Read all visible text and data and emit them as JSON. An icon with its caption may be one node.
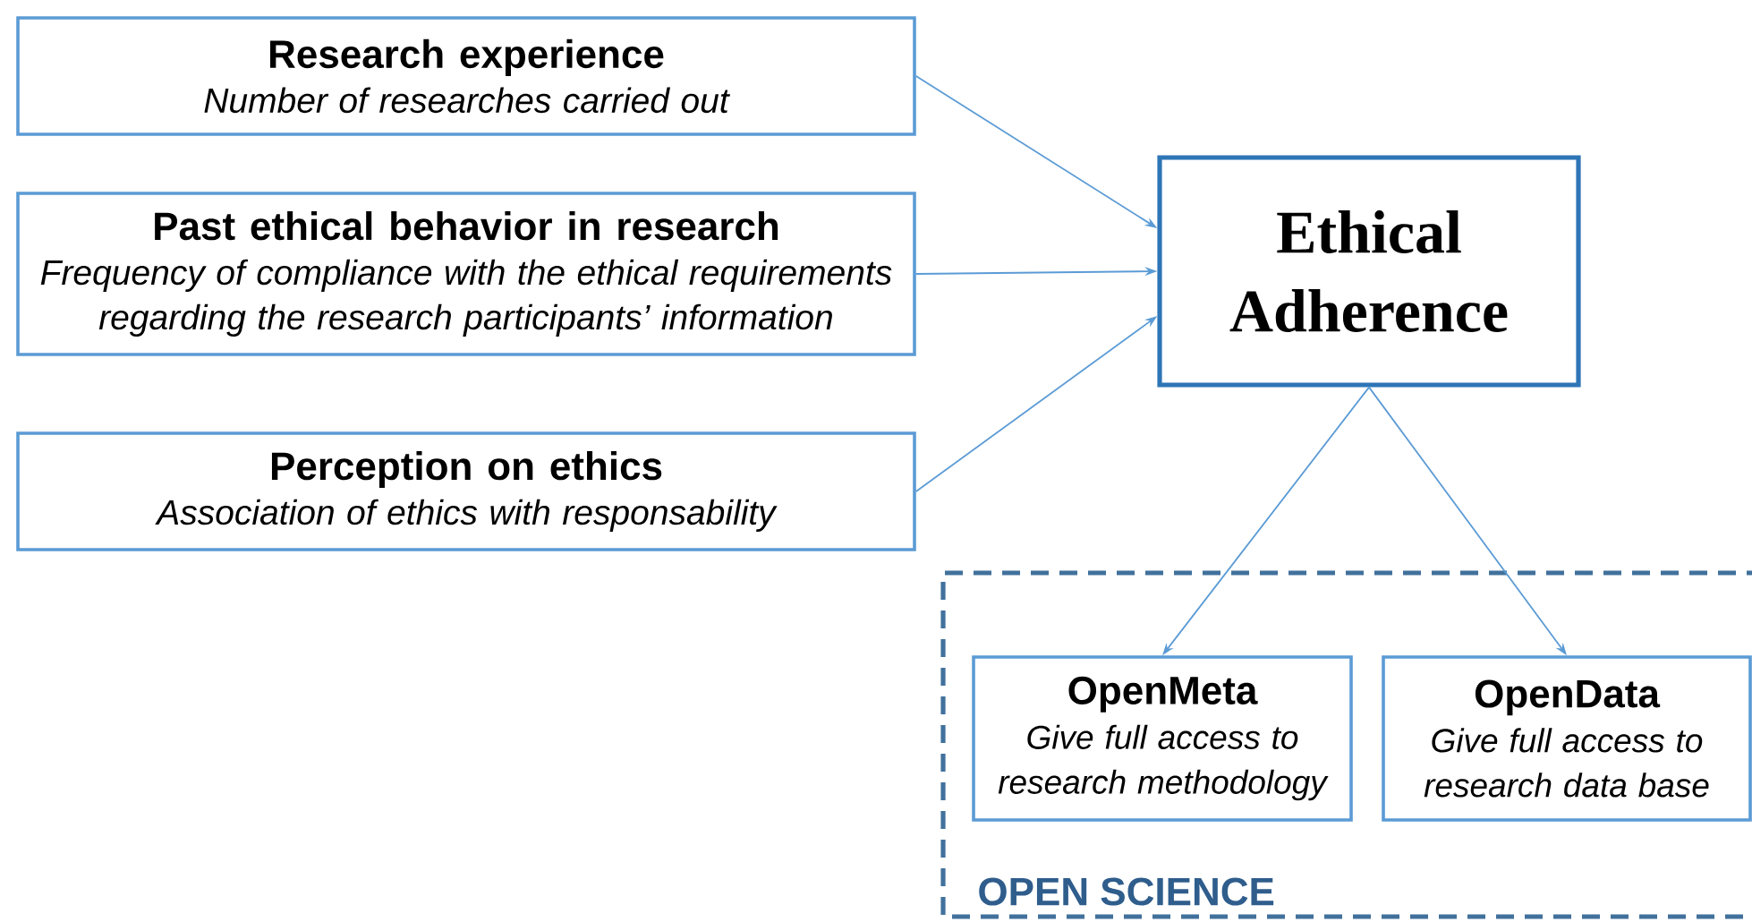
{
  "diagram": {
    "nodes": [
      {
        "text": [
          "Research experience",
          "Number of researches carried out"
        ]
      },
      {
        "text": [
          "Past ethical behavior in research",
          "Frequency of compliance with the ethical requirements regarding the research participants’ information"
        ]
      },
      {
        "text": [
          "Perception on ethics",
          "Association of ethics with responsability"
        ]
      },
      {
        "text": [
          "Ethical Adherence"
        ]
      },
      {
        "text": [
          "OPEN SCIENCE"
        ]
      },
      {
        "text": [
          "OpenMeta",
          "Give full access to research methodology"
        ],
        "in": 4
      },
      {
        "text": [
          "OpenData",
          "Give full access to research data base"
        ],
        "in": 4
      }
    ],
    "edges": [
      {
        "from": 0,
        "to": 3,
        "arrow": "to"
      },
      {
        "from": 1,
        "to": 3,
        "arrow": "to"
      },
      {
        "from": 2,
        "to": 3,
        "arrow": "to"
      },
      {
        "from": 3,
        "to": 5,
        "arrow": "to"
      },
      {
        "from": 3,
        "to": 6,
        "arrow": "to"
      }
    ]
  }
}
